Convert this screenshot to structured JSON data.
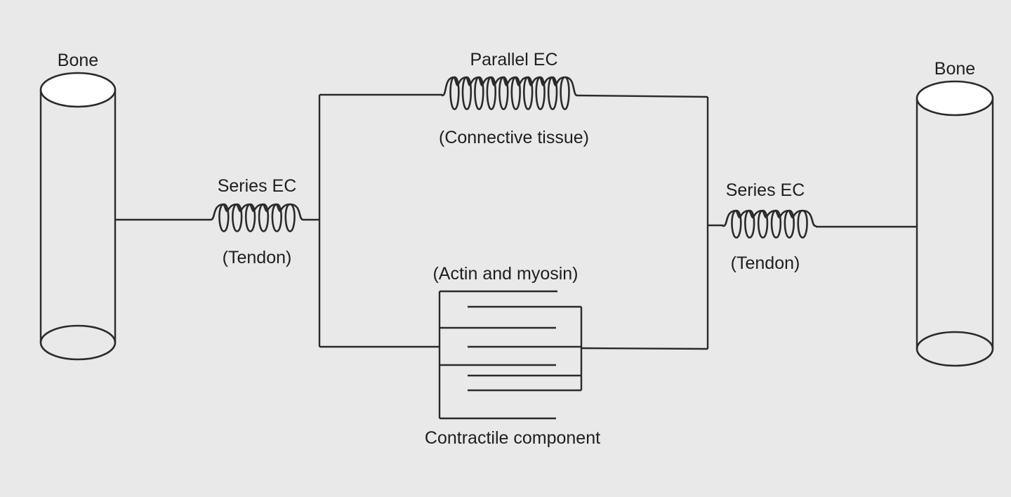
{
  "diagram": {
    "labels": {
      "bone_left": "Bone",
      "bone_right": "Bone",
      "parallel_ec": "Parallel EC",
      "connective_tissue": "(Connective tissue)",
      "series_ec_left": "Series EC",
      "tendon_left": "(Tendon)",
      "series_ec_right": "Series EC",
      "tendon_right": "(Tendon)",
      "actin_myosin": "(Actin and myosin)",
      "contractile_component": "Contractile component"
    },
    "springs": {
      "parallel_coils": 10,
      "series_left_coils": 6,
      "series_right_coils": 6
    },
    "contractile_filaments": {
      "fixed": 4,
      "sliding": 4
    }
  }
}
